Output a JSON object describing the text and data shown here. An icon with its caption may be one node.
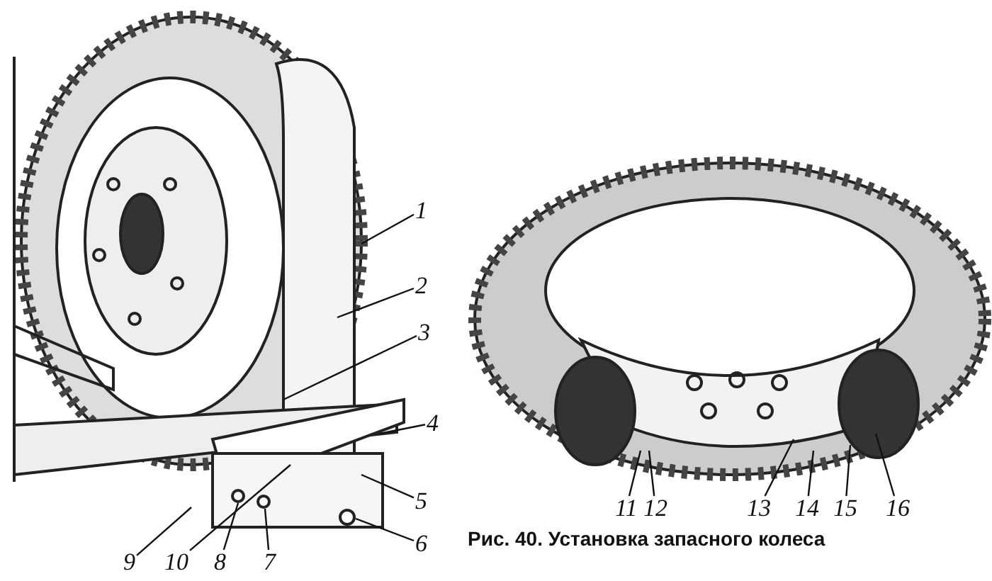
{
  "diagram": {
    "caption": "Рис. 40. Установка запасного колеса",
    "nodes": [
      {
        "text": [
          "1"
        ]
      },
      {
        "text": [
          "2"
        ]
      },
      {
        "text": [
          "3"
        ]
      },
      {
        "text": [
          "4"
        ]
      },
      {
        "text": [
          "5"
        ]
      },
      {
        "text": [
          "6"
        ]
      },
      {
        "text": [
          "7"
        ]
      },
      {
        "text": [
          "8"
        ]
      },
      {
        "text": [
          "9"
        ]
      },
      {
        "text": [
          "10"
        ]
      },
      {
        "text": [
          "11"
        ]
      },
      {
        "text": [
          "12"
        ]
      },
      {
        "text": [
          "13"
        ]
      },
      {
        "text": [
          "14"
        ]
      },
      {
        "text": [
          "15"
        ]
      },
      {
        "text": [
          "16"
        ]
      }
    ],
    "edges": [
      {
        "from": 0,
        "to": null,
        "arrow": "none"
      },
      {
        "from": 1,
        "to": null,
        "arrow": "none"
      },
      {
        "from": 2,
        "to": null,
        "arrow": "none"
      },
      {
        "from": 3,
        "to": null,
        "arrow": "none"
      },
      {
        "from": 4,
        "to": null,
        "arrow": "none"
      },
      {
        "from": 5,
        "to": null,
        "arrow": "none"
      },
      {
        "from": 6,
        "to": null,
        "arrow": "none"
      },
      {
        "from": 7,
        "to": null,
        "arrow": "none"
      },
      {
        "from": 8,
        "to": null,
        "arrow": "none"
      },
      {
        "from": 9,
        "to": null,
        "arrow": "none"
      },
      {
        "from": 10,
        "to": null,
        "arrow": "none"
      },
      {
        "from": 11,
        "to": null,
        "arrow": "none"
      },
      {
        "from": 12,
        "to": null,
        "arrow": "none"
      },
      {
        "from": 13,
        "to": null,
        "arrow": "none"
      },
      {
        "from": 14,
        "to": null,
        "arrow": "none"
      },
      {
        "from": 15,
        "to": null,
        "arrow": "none"
      }
    ]
  }
}
